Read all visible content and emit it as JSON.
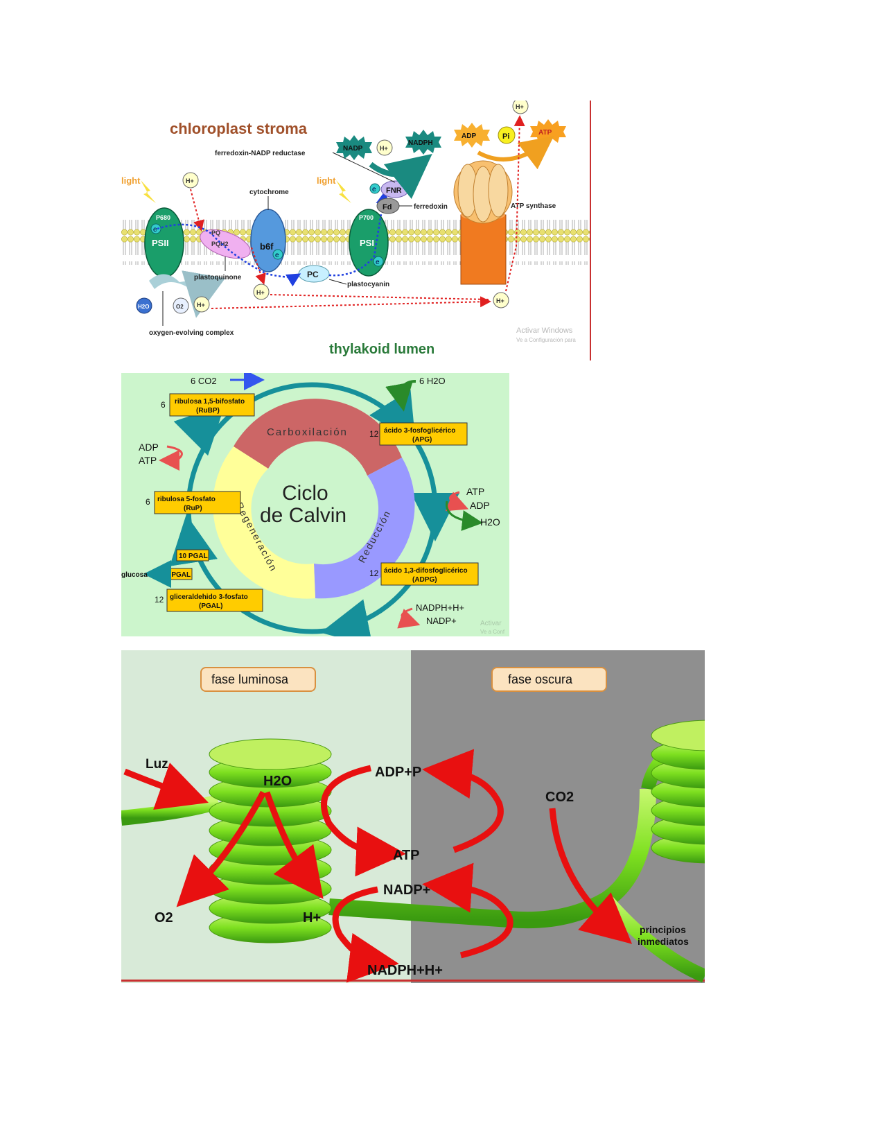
{
  "panel1": {
    "stroma_title": "chloroplast stroma",
    "lumen_title": "thylakoid lumen",
    "light_left": "light",
    "light_right": "light",
    "h_plus": "H+",
    "e": "e",
    "p680": "P680",
    "psii": "PSII",
    "pq": "PQ",
    "pqh2": "PQH2",
    "b6f": "b6f",
    "cytochrome_label": "cytochrome",
    "plastoquinone_label": "plastoquinone",
    "pc": "PC",
    "plastocyanin_label": "plastocyanin",
    "p700": "P700",
    "psi": "PSI",
    "fd": "Fd",
    "ferredoxin_label": "ferredoxin",
    "fnr": "FNR",
    "fnr_label": "ferredoxin-NADP reductase",
    "nadp": "NADP",
    "nadph": "NADPH",
    "adp": "ADP",
    "pi": "Pi",
    "atp": "ATP",
    "atp_synthase_label": "ATP synthase",
    "h2o": "H2O",
    "o2": "O2",
    "oec_label": "oxygen-evolving complex",
    "watermark_1": "Activar Windows",
    "watermark_2": "Ve a Configuración para"
  },
  "panel2": {
    "center_1": "Ciclo",
    "center_2": "de Calvin",
    "carboxylation": "Carboxilación",
    "reduction": "Reducción",
    "regeneration": "Regeneración",
    "co2": "6 CO2",
    "h2o": "6 H2O",
    "rubp_1": "ribulosa 1,5-bifosfato",
    "rubp_2": "(RuBP)",
    "rubp_n": "6",
    "apg_1": "ácido 3-fosfoglicérico",
    "apg_2": "(APG)",
    "apg_n": "12",
    "adpg_1": "ácido 1,3-difosfoglicérico",
    "adpg_2": "(ADPG)",
    "adpg_n": "12",
    "pgal_1": "gliceraldehido 3-fosfato",
    "pgal_2": "(PGAL)",
    "pgal_n": "12",
    "rup_1": "ribulosa  5-fosfato",
    "rup_2": "(RuP)",
    "rup_n": "6",
    "pgal10": "10 PGAL",
    "pgal2": "2 PGAL",
    "glucosa": "glucosa",
    "atp_right": "ATP",
    "adp_right": "ADP",
    "h2o_right": "H2O",
    "adp_left": "ADP",
    "atp_left": "ATP",
    "nadph": "NADPH+H+",
    "nadp": "NADP+",
    "watermark_1": "Activar",
    "watermark_2": "Ve a Conf"
  },
  "panel3": {
    "phase_light": "fase luminosa",
    "phase_dark": "fase oscura",
    "luz": "Luz",
    "h2o": "H2O",
    "o2": "O2",
    "h_plus": "H+",
    "adp_p": "ADP+P",
    "atp": "ATP",
    "nadp": "NADP+",
    "nadph": "NADPH+H+",
    "co2": "CO2",
    "principios_1": "principios",
    "principios_2": "inmediatos"
  },
  "colors": {
    "psii_green": "#1a9e6a",
    "cytochrome_blue": "#5599dd",
    "membrane_yellow": "#e8e070",
    "atp_synthase_orange": "#f07a20",
    "calvin_bg": "#ccf5cc",
    "cycle_teal": "#16909a",
    "carbox_red": "#cc6666",
    "reduct_blue": "#9999ff",
    "regen_yellow": "#ffff99",
    "box_yellow": "#ffcc00",
    "arrow_red": "#e81010",
    "thylakoid_green": "#80e020",
    "dark_gray": "#8f8f8f",
    "light_bg": "#d8ead8"
  }
}
